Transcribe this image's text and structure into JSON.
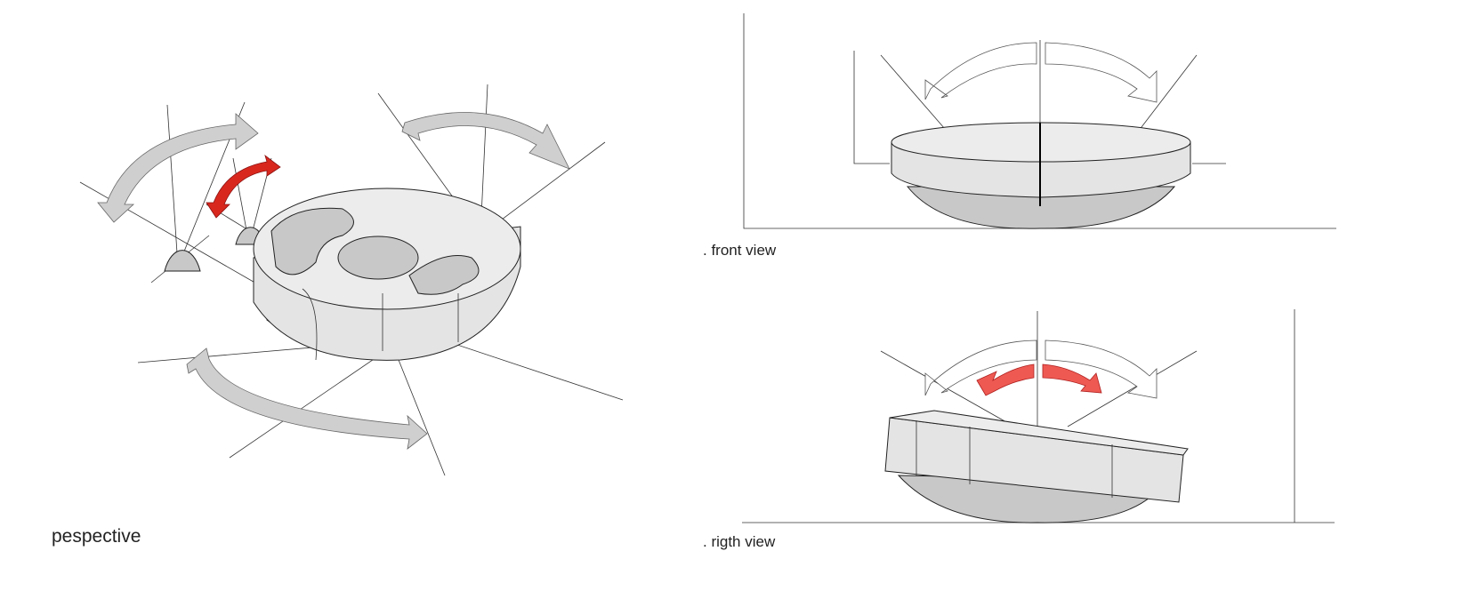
{
  "labels": {
    "perspective": "pespective",
    "front_view": ". front view",
    "right_view": ". rigth view"
  },
  "colors": {
    "accent_red": "#d8281e",
    "light_red": "#ee5a52",
    "arrow_grey": "#cfcfcf",
    "body_grey": "#e4e4e4"
  }
}
